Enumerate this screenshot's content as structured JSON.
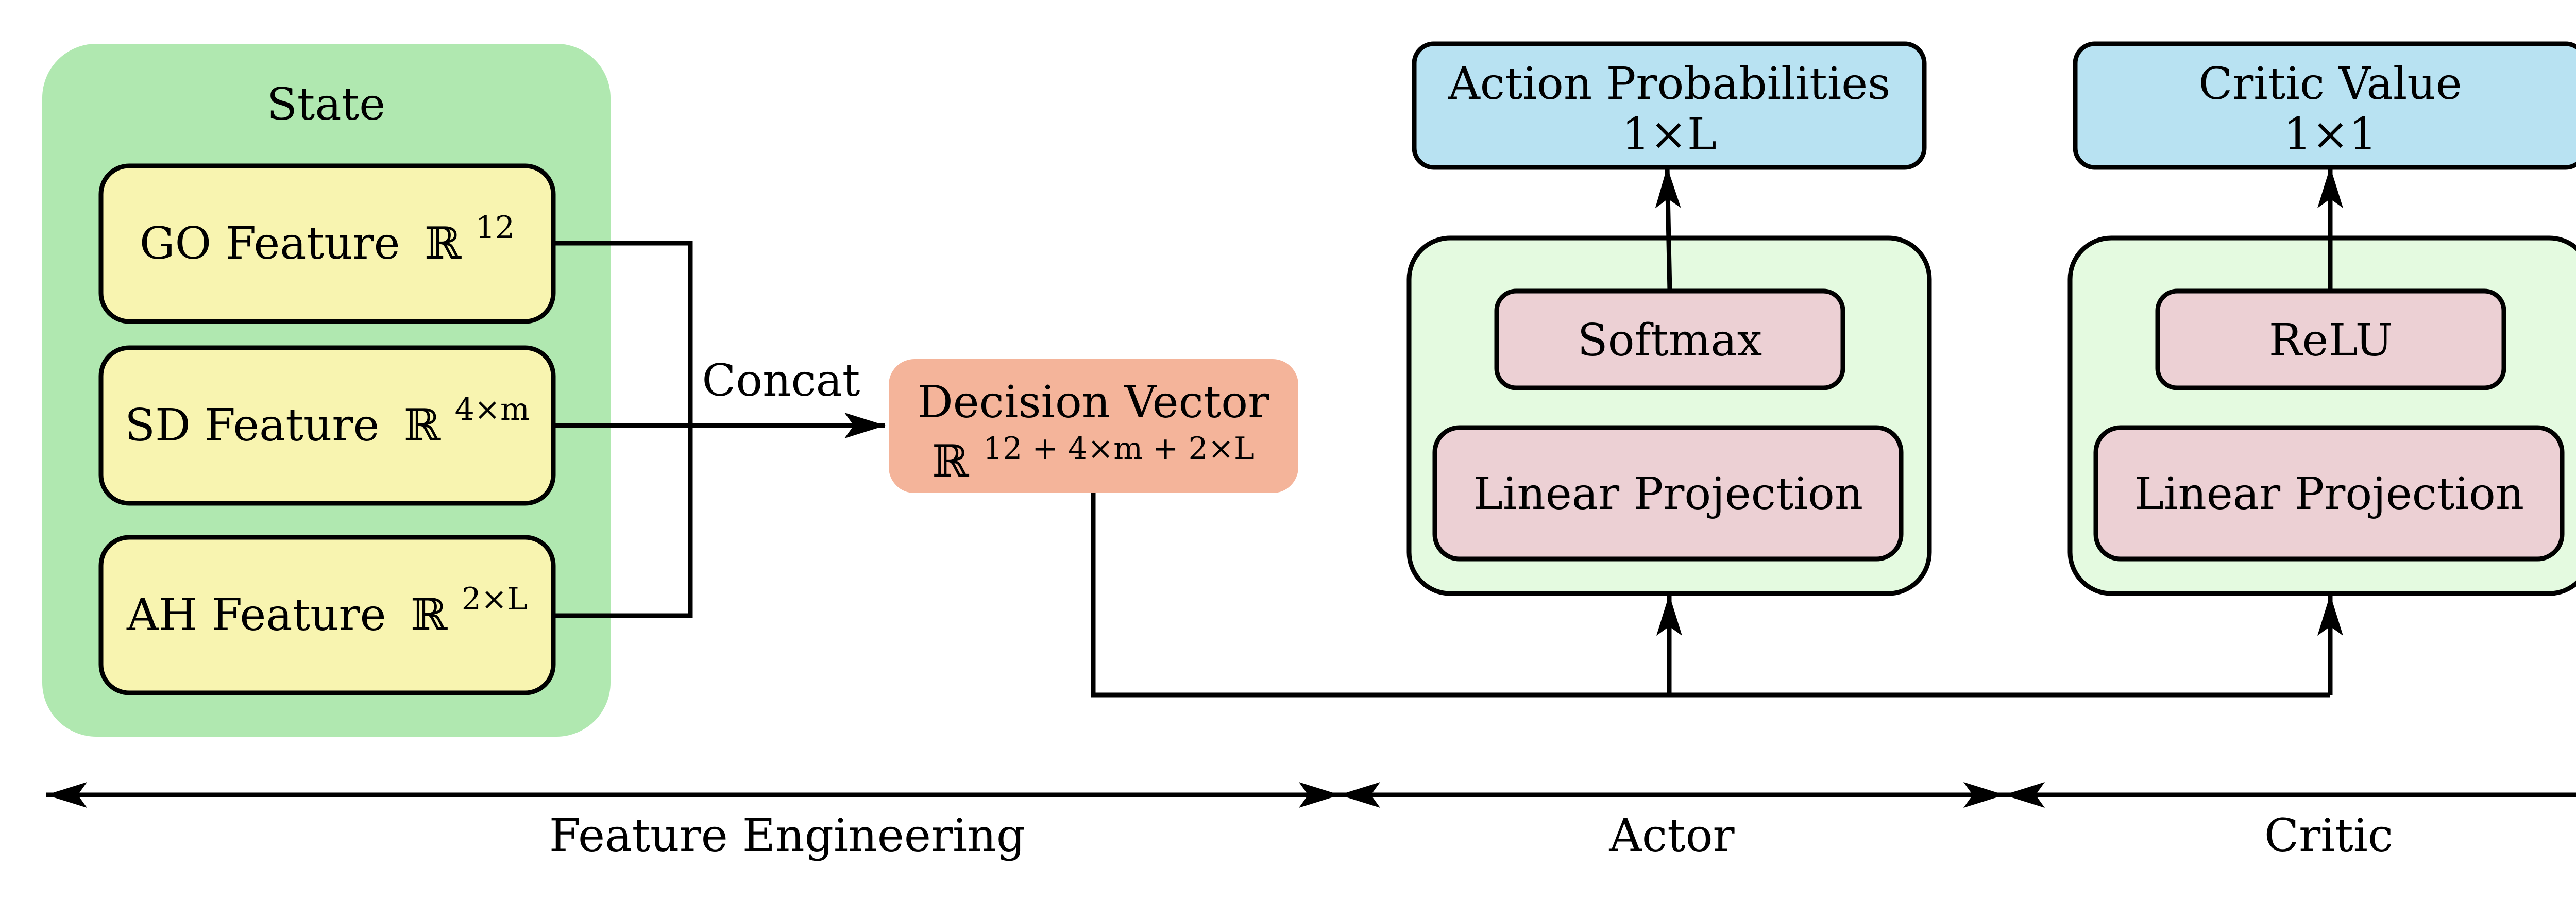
{
  "state": {
    "title": "State",
    "features": [
      {
        "name": "GO Feature",
        "set": "ℝ",
        "dim": "12"
      },
      {
        "name": "SD Feature",
        "set": "ℝ",
        "dim": "4×m"
      },
      {
        "name": "AH Feature",
        "set": "ℝ",
        "dim": "2×L"
      }
    ]
  },
  "concat_label": "Concat",
  "decision_vector": {
    "title": "Decision Vector",
    "set": "ℝ",
    "dim": "12 + 4×m + 2×L"
  },
  "actor": {
    "output_title": "Action Probabilities",
    "output_dim": "1×L",
    "activation": "Softmax",
    "projection": "Linear Projection"
  },
  "critic": {
    "output_title": "Critic Value",
    "output_dim": "1×1",
    "activation": "ReLU",
    "projection": "Linear Projection"
  },
  "sections": [
    "Feature Engineering",
    "Actor",
    "Critic"
  ],
  "colors": {
    "state_panel": "#b0e8b0",
    "feature_box": "#f8f4b0",
    "decision_box": "#f4b49a",
    "output_box": "#b8e2f2",
    "module_panel": "#e4fae0",
    "layer_box": "#ecd0d4",
    "stroke": "#000000"
  }
}
